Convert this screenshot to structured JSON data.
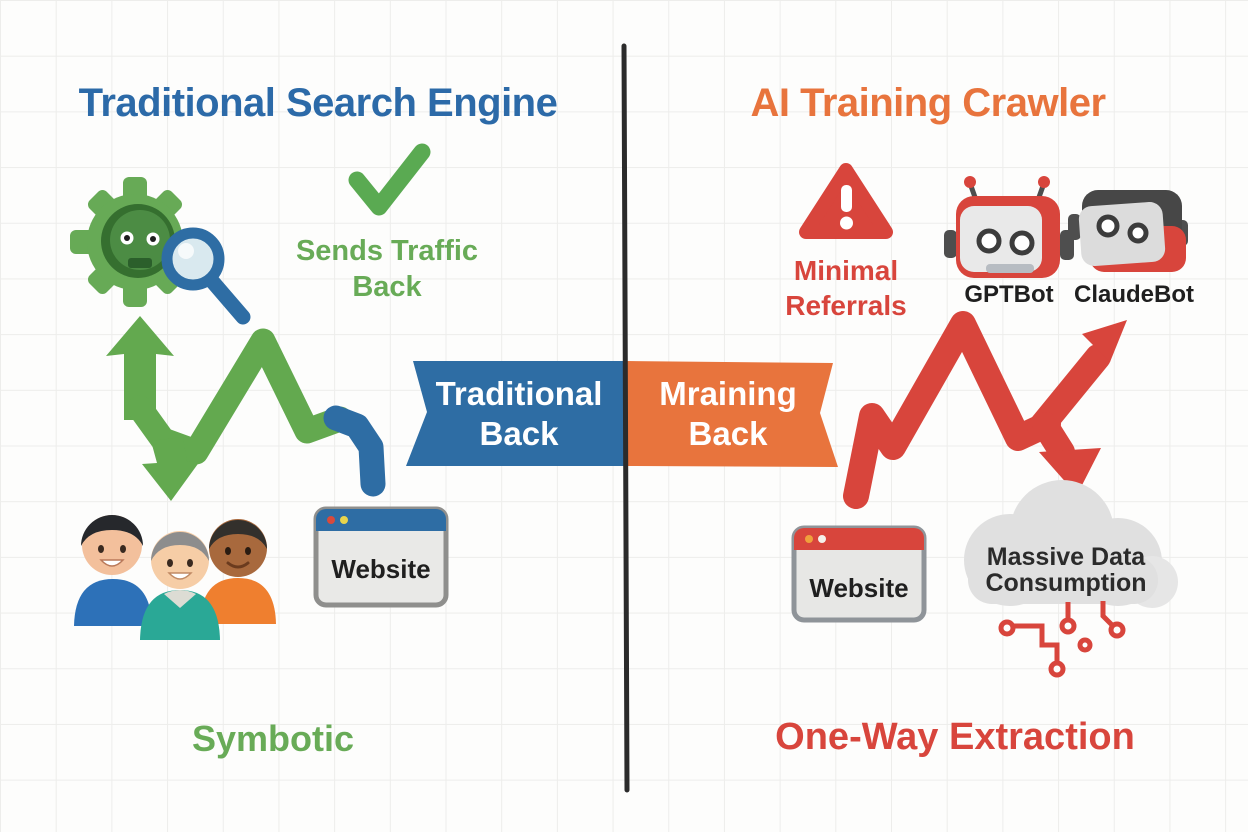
{
  "page": {
    "background": "#fdfdfc",
    "grid_color": "#ededeb",
    "divider_color": "#2b2b2b"
  },
  "left_panel": {
    "title": "Traditional Search Engine",
    "benefit_line1": "Sends Traffic",
    "benefit_line2": "Back",
    "banner_line1": "Traditional",
    "banner_line2": "Back",
    "website_label": "Website",
    "bottom_label": "Symbotic",
    "colors": {
      "title_blue": "#2c6aa8",
      "arrow_green": "#63a94f",
      "text_green": "#68ab57",
      "banner_blue": "#2e6da4"
    }
  },
  "right_panel": {
    "title": "AI Training Crawler",
    "warning_line1": "Minimal",
    "warning_line2": "Referrals",
    "bot_labels": [
      "GPTBot",
      "ClaudeBot"
    ],
    "banner_line1": "Mraining",
    "banner_line2": "Back",
    "website_label": "Website",
    "cloud_line1": "Massive Data",
    "cloud_line2": "Consumption",
    "bottom_label": "One-Way Extraction",
    "colors": {
      "title_orange": "#e8743d",
      "arrow_red": "#d8453c",
      "banner_orange": "#e8743d",
      "cloud_gray": "#e0e0e0"
    }
  },
  "icons": {
    "search-engine-gear-icon": "green gear with smiling face",
    "magnifier-icon": "blue magnifying glass",
    "checkmark-icon": "green check",
    "users-icon": "three people avatars",
    "browser-window-icon": "website window with title bar dots",
    "warning-icon": "red triangle with exclamation mark",
    "gptbot-icon": "red robot head with antennas",
    "claudebot-icon": "dark cube robot head",
    "cloud-icon": "gray data cloud",
    "circuit-traces-icon": "red circuit lines with nodes",
    "zigzag-arrow-icon": "thick zigzag traffic arrows"
  }
}
